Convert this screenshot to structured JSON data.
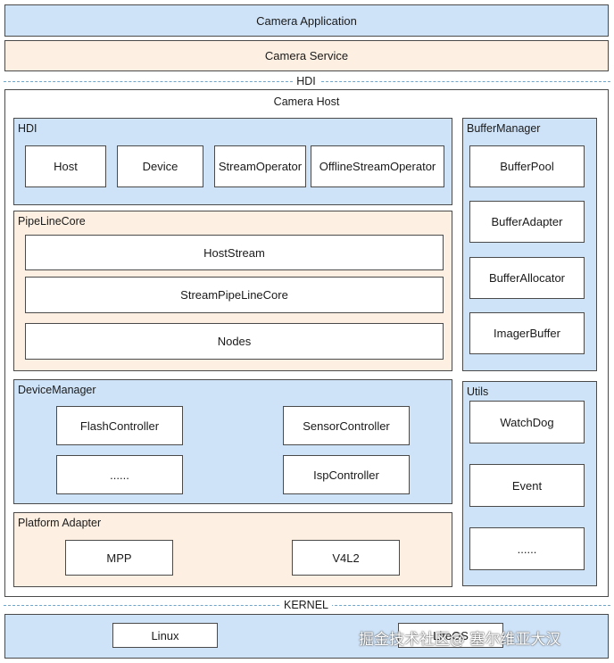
{
  "camera_application": "Camera Application",
  "camera_service": "Camera Service",
  "hdi_divider": "HDI",
  "camera_host": {
    "title": "Camera Host",
    "hdi": {
      "title": "HDI",
      "items": [
        "Host",
        "Device",
        "StreamOperator",
        "OfflineStreamOperator"
      ]
    },
    "pipeline_core": {
      "title": "PipeLineCore",
      "items": [
        "HostStream",
        "StreamPipeLineCore",
        "Nodes"
      ]
    },
    "device_manager": {
      "title": "DeviceManager",
      "items": [
        "FlashController",
        "SensorController",
        "......",
        "IspController"
      ]
    },
    "platform_adapter": {
      "title": "Platform Adapter",
      "items": [
        "MPP",
        "V4L2"
      ]
    },
    "buffer_manager": {
      "title": "BufferManager",
      "items": [
        "BufferPool",
        "BufferAdapter",
        "BufferAllocator",
        "ImagerBuffer"
      ]
    },
    "utils": {
      "title": "Utils",
      "items": [
        "WatchDog",
        "Event",
        "......"
      ]
    }
  },
  "kernel_divider": "KERNEL",
  "kernel": {
    "items": [
      "Linux",
      "LiteOS"
    ]
  },
  "watermark": "掘金技术社区@ 塞尔维亚大汉",
  "colors": {
    "blue_fill": "#cfe3f8",
    "peach_fill": "#fdf0e2",
    "dashed_line": "#6ea5c9"
  }
}
